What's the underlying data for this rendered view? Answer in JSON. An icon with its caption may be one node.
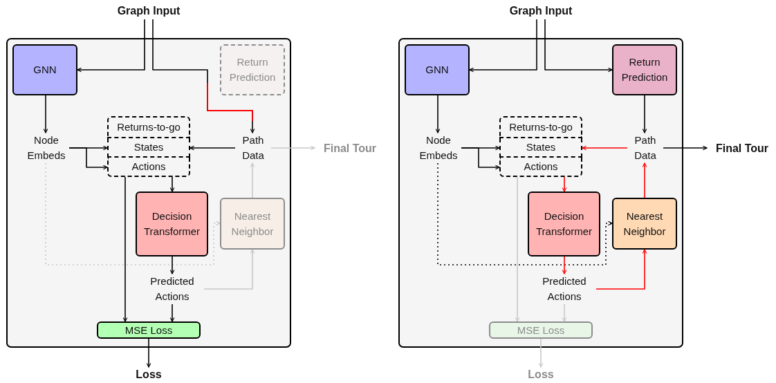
{
  "diagram": {
    "nodes": [
      {
        "text": [],
        "shape": "box"
      },
      {
        "text": [
          "Graph Input"
        ]
      },
      {
        "text": [
          "GNN"
        ],
        "in": 0
      },
      {
        "text": [
          "Return Prediction"
        ],
        "in": 0
      },
      {
        "text": [
          "Node Embeds"
        ],
        "in": 0
      },
      {
        "text": [
          "Returns-to-go"
        ],
        "in": 0
      },
      {
        "text": [
          "States"
        ],
        "in": 0
      },
      {
        "text": [
          "Actions"
        ],
        "in": 0
      },
      {
        "text": [
          "Path Data"
        ],
        "in": 0
      },
      {
        "text": [
          "Final Tour"
        ]
      },
      {
        "text": [
          "Decision Transformer"
        ],
        "in": 0
      },
      {
        "text": [
          "Nearest Neighbor"
        ],
        "in": 0
      },
      {
        "text": [
          "Predicted Actions"
        ],
        "in": 0
      },
      {
        "text": [
          "MSE Loss"
        ],
        "in": 0
      },
      {
        "text": [
          "Loss"
        ]
      },
      {
        "text": [],
        "shape": "box"
      },
      {
        "text": [
          "Graph Input"
        ]
      },
      {
        "text": [
          "GNN"
        ],
        "in": 15
      },
      {
        "text": [
          "Return Prediction"
        ],
        "in": 15
      },
      {
        "text": [
          "Node Embeds"
        ],
        "in": 15
      },
      {
        "text": [
          "Returns-to-go"
        ],
        "in": 15
      },
      {
        "text": [
          "States"
        ],
        "in": 15
      },
      {
        "text": [
          "Actions"
        ],
        "in": 15
      },
      {
        "text": [
          "Path Data"
        ],
        "in": 15
      },
      {
        "text": [
          "Final Tour"
        ]
      },
      {
        "text": [
          "Decision Transformer"
        ],
        "in": 15
      },
      {
        "text": [
          "Nearest Neighbor"
        ],
        "in": 15
      },
      {
        "text": [
          "Predicted Actions"
        ],
        "in": 15
      },
      {
        "text": [
          "MSE Loss"
        ],
        "in": 15
      },
      {
        "text": [
          "Loss"
        ]
      }
    ],
    "edges": [
      {
        "from": 1,
        "to": 2,
        "arrow": "to"
      },
      {
        "from": 1,
        "to": 8,
        "arrow": "to"
      },
      {
        "from": 2,
        "to": 4,
        "arrow": "to"
      },
      {
        "from": 4,
        "to": 6,
        "arrow": "to"
      },
      {
        "from": 4,
        "to": 7,
        "arrow": "to"
      },
      {
        "from": 8,
        "to": 6,
        "arrow": "to"
      },
      {
        "from": 8,
        "to": 9,
        "arrow": "to",
        "color": "#c8c8c8"
      },
      {
        "from": 7,
        "to": 10,
        "arrow": "to"
      },
      {
        "from": 7,
        "to": 13,
        "arrow": "to"
      },
      {
        "from": 4,
        "to": 11,
        "arrow": "to",
        "style": "dashed",
        "color": "#c8c8c8"
      },
      {
        "from": 10,
        "to": 12,
        "arrow": "to"
      },
      {
        "from": 12,
        "to": 11,
        "arrow": "to",
        "color": "#c8c8c8"
      },
      {
        "from": 11,
        "to": 8,
        "arrow": "to",
        "color": "#c8c8c8"
      },
      {
        "from": 12,
        "to": 13,
        "arrow": "to"
      },
      {
        "from": 13,
        "to": 14,
        "arrow": "to"
      },
      {
        "from": 16,
        "to": 17,
        "arrow": "to"
      },
      {
        "from": 16,
        "to": 18,
        "arrow": "to"
      },
      {
        "from": 18,
        "to": 23,
        "arrow": "to"
      },
      {
        "from": 17,
        "to": 19,
        "arrow": "to"
      },
      {
        "from": 19,
        "to": 21,
        "arrow": "to"
      },
      {
        "from": 19,
        "to": 22,
        "arrow": "to"
      },
      {
        "from": 23,
        "to": 21,
        "arrow": "to",
        "color": "#ff0000"
      },
      {
        "from": 23,
        "to": 24,
        "arrow": "to"
      },
      {
        "from": 22,
        "to": 25,
        "arrow": "to",
        "color": "#ff0000"
      },
      {
        "from": 22,
        "to": 28,
        "arrow": "to",
        "color": "#c8c8c8"
      },
      {
        "from": 19,
        "to": 26,
        "arrow": "to",
        "style": "dashed"
      },
      {
        "from": 25,
        "to": 27,
        "arrow": "to",
        "color": "#ff0000"
      },
      {
        "from": 27,
        "to": 26,
        "arrow": "to",
        "color": "#ff0000"
      },
      {
        "from": 26,
        "to": 23,
        "arrow": "to",
        "color": "#ff0000"
      },
      {
        "from": 27,
        "to": 28,
        "arrow": "to",
        "color": "#c8c8c8"
      },
      {
        "from": 28,
        "to": 29,
        "arrow": "to",
        "color": "#c8c8c8"
      }
    ]
  }
}
